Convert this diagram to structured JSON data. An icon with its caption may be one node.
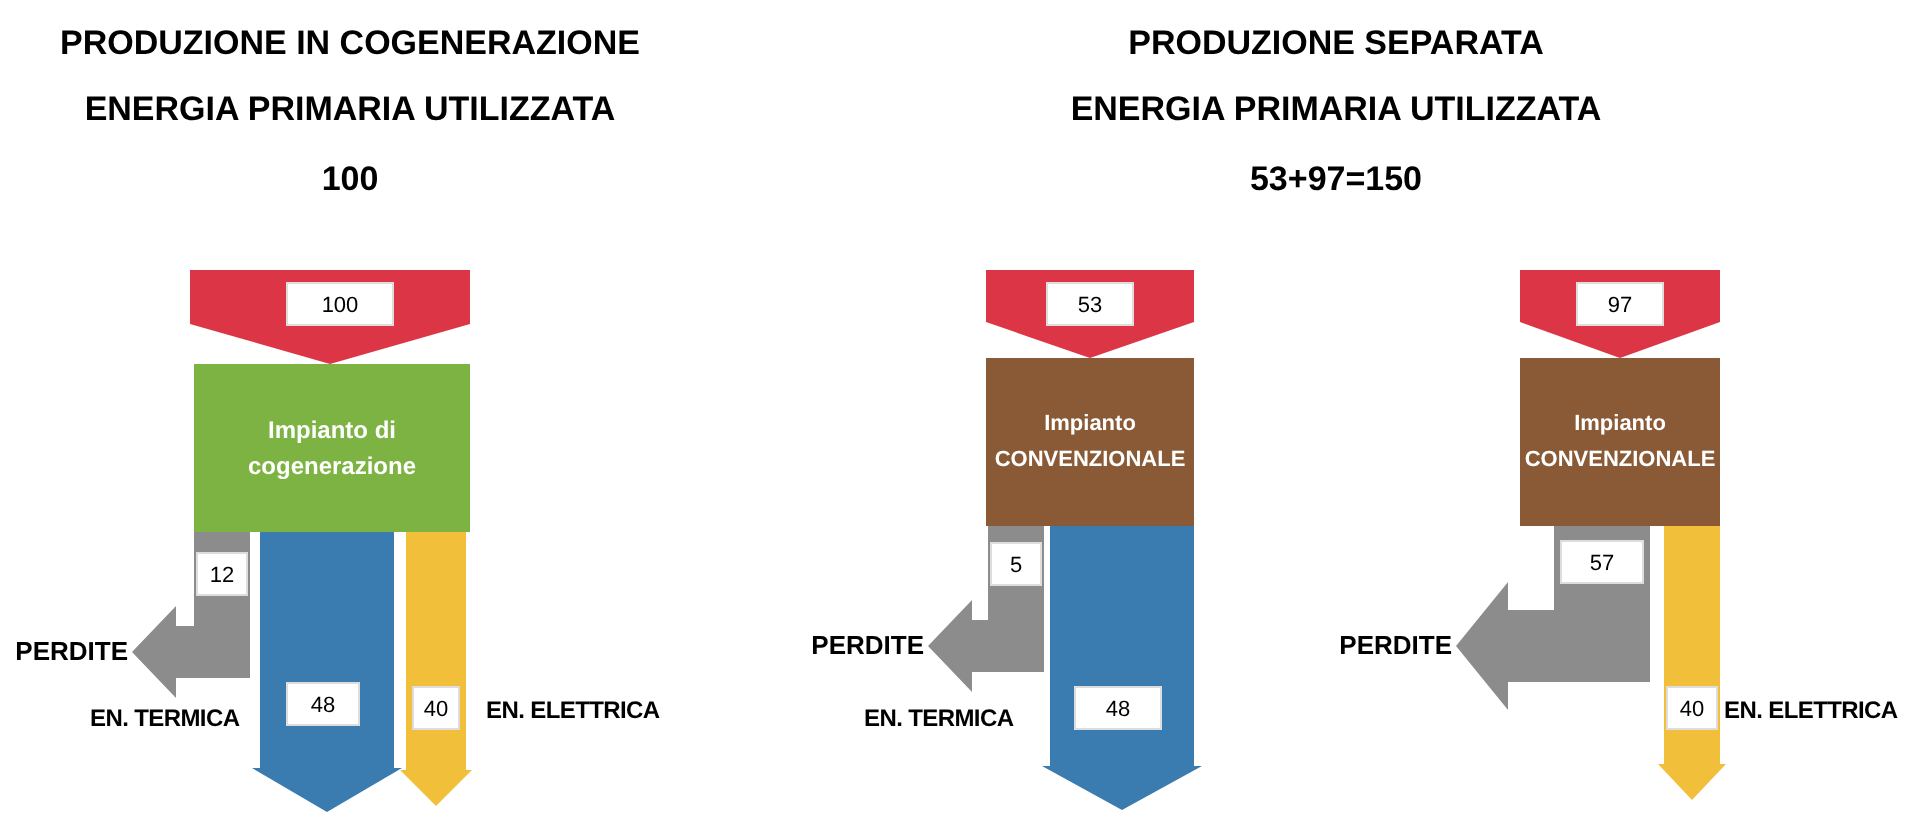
{
  "diagram": {
    "nodes": [
      {
        "text": [
          "Impianto di cogenerazione"
        ]
      },
      {
        "text": [
          "PERDITE"
        ]
      },
      {
        "text": [
          "Impianto CONVENZIONALE"
        ]
      },
      {
        "text": [
          "PERDITE"
        ]
      },
      {
        "text": [
          "Impianto CONVENZIONALE"
        ]
      },
      {
        "text": [
          "PERDITE"
        ]
      }
    ],
    "edges": [
      {
        "from": null,
        "to": 0,
        "arrow": "to",
        "label": "100",
        "color": "#dc3545"
      },
      {
        "from": 0,
        "to": 1,
        "arrow": "to",
        "label": "12",
        "color": "#8c8c8c"
      },
      {
        "from": 0,
        "to": null,
        "arrow": "to",
        "label": "48",
        "color": "#3a7bb0"
      },
      {
        "from": 0,
        "to": null,
        "arrow": "to",
        "label": "40",
        "color": "#f2bf3a"
      },
      {
        "from": null,
        "to": 2,
        "arrow": "to",
        "label": "53",
        "color": "#dc3545"
      },
      {
        "from": 2,
        "to": 3,
        "arrow": "to",
        "label": "5",
        "color": "#8c8c8c"
      },
      {
        "from": 2,
        "to": null,
        "arrow": "to",
        "label": "48",
        "color": "#3a7bb0"
      },
      {
        "from": null,
        "to": 4,
        "arrow": "to",
        "label": "97",
        "color": "#dc3545"
      },
      {
        "from": 4,
        "to": 5,
        "arrow": "to",
        "label": "57",
        "color": "#8c8c8c"
      },
      {
        "from": 4,
        "to": null,
        "arrow": "to",
        "label": "40",
        "color": "#f2bf3a"
      }
    ],
    "labels": [
      "PRODUZIONE IN COGENERAZIONE",
      "ENERGIA PRIMARIA UTILIZZATA",
      "100",
      "PRODUZIONE SEPARATA",
      "ENERGIA PRIMARIA UTILIZZATA",
      "53+97=150",
      "EN. TERMICA",
      "EN. ELETTRICA",
      "EN. TERMICA",
      "EN. ELETTRICA"
    ]
  }
}
